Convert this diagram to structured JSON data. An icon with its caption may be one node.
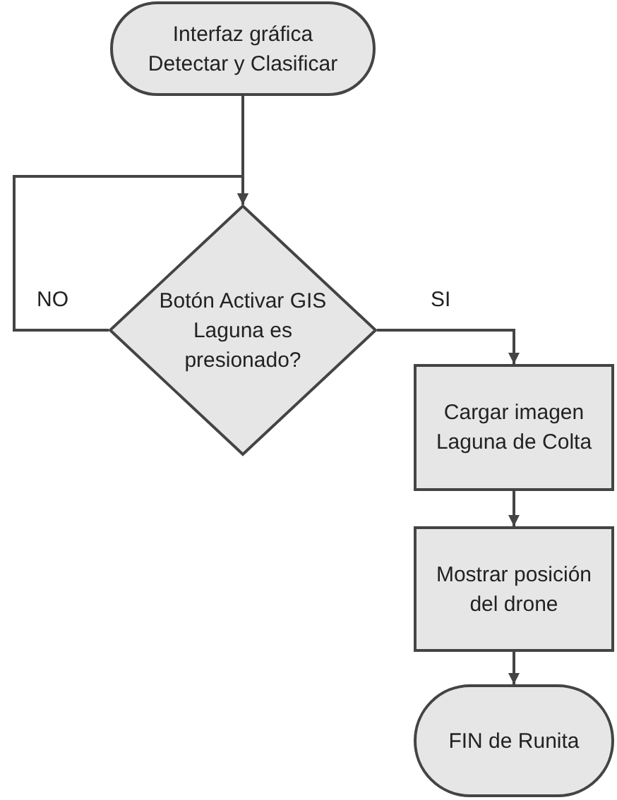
{
  "diagram": {
    "nodes": [
      {
        "text": [
          "Interfaz gráfica Detectar y Clasificar"
        ]
      },
      {
        "text": [
          "Botón Activar GIS Laguna es presionado?"
        ]
      },
      {
        "text": [
          "Cargar imagen Laguna de Colta"
        ]
      },
      {
        "text": [
          "Mostrar posición del drone"
        ]
      },
      {
        "text": [
          "FIN de Runita"
        ]
      }
    ],
    "edges": [
      {
        "from": 0,
        "to": 1,
        "arrow": "to"
      },
      {
        "from": 1,
        "to": 1,
        "arrow": "to",
        "label": "NO"
      },
      {
        "from": 1,
        "to": 2,
        "arrow": "to",
        "label": "SI"
      },
      {
        "from": 2,
        "to": 3,
        "arrow": "to"
      },
      {
        "from": 3,
        "to": 4,
        "arrow": "to"
      }
    ]
  }
}
